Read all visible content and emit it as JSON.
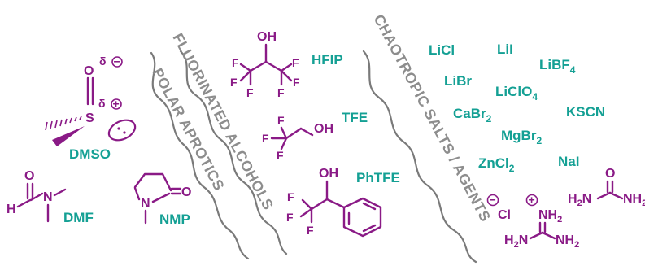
{
  "colors": {
    "purple": "#8a1a86",
    "teal": "#14a094",
    "gray": "#8d8d8d"
  },
  "section_labels": {
    "polar_aprotics": "POLAR APROTICS",
    "fluorinated_alcohols": "FLUORINATED ALCOHOLS",
    "chaotropic": "CHAOTROPIC SALTS / AGENTS"
  },
  "solvent_names": {
    "dmso": "DMSO",
    "dmf": "DMF",
    "nmp": "NMP",
    "hfip": "HFIP",
    "tfe": "TFE",
    "phtfe": "PhTFE"
  },
  "salts": [
    "LiCl",
    "LiI",
    "LiBr",
    "LiClO",
    "CaBr",
    "MgBr",
    "ZnCl",
    "KSCN",
    "NaI"
  ],
  "subscripts": {
    "libf4_main": "LiBF",
    "libf4_sub": "4",
    "liclo4_sub": "4",
    "cabr2_sub": "2",
    "mgbr2_sub": "2",
    "zncl2_sub": "2",
    "nh2_sub": "2"
  },
  "atoms": {
    "o": "O",
    "s": "S",
    "n": "N",
    "h": "H",
    "f": "F",
    "oh": "OH",
    "cl": "Cl",
    "nh": "NH",
    "h2n": "H",
    "h2n_n": "N",
    "delta_minus": "δ",
    "delta_plus": "δ",
    "minus_sign": "−",
    "plus_sign": "+"
  }
}
